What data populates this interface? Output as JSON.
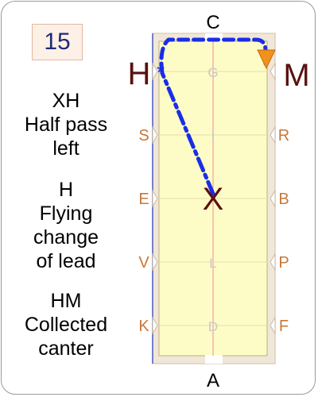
{
  "test_number": "15",
  "movements": [
    {
      "lines": [
        "XH",
        "Half pass",
        "left"
      ]
    },
    {
      "lines": [
        "H",
        "Flying",
        "change",
        "of lead"
      ]
    },
    {
      "lines": [
        "HM",
        "Collected",
        "canter"
      ]
    }
  ],
  "arena": {
    "letters": {
      "C": "C",
      "A": "A",
      "H": "H",
      "M": "M",
      "X": "X",
      "S": "S",
      "E": "E",
      "V": "V",
      "K": "K",
      "R": "R",
      "B": "B",
      "P": "P",
      "F": "F",
      "G": "G",
      "I": "I",
      "L": "L",
      "D": "D"
    }
  },
  "colors": {
    "arena_fill": "#fefcc6",
    "arena_border": "#e8ddcc",
    "route": "#1a2ee6",
    "marker_letter": "#c8783a",
    "center_letter": "#c8c8c8",
    "big_letter": "#5a1010",
    "end_arrow": "#f2921c"
  }
}
